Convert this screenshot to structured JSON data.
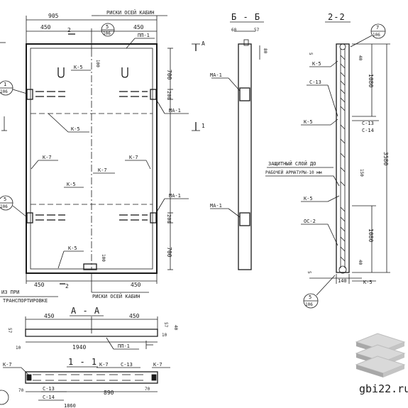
{
  "plan": {
    "dim_total": "905",
    "dim_left_top": "450",
    "dim_right_top": "450",
    "section_mark_2": "2",
    "section_mark_A": "А",
    "section_mark_1": "1",
    "cabin_axes_label": "РИСКИ ОСЕЙ КАБИН",
    "node_5": "5",
    "node_106": "106",
    "part_pp1": "ПП-1",
    "part_k5": "К-5",
    "part_k7": "К-7",
    "part_ma1": "МА-1",
    "dim_700": "700",
    "dim_200": "200",
    "dim_100": "100",
    "dim_450": "450",
    "balloon_1": "1",
    "balloon_5": "5",
    "lifting_note_1": "ИЗ ПРИ",
    "lifting_note_2": "ТРАНСПОРТИРОВКЕ"
  },
  "section_bb": {
    "title": "Б - Б",
    "dim_60": "60",
    "dim_57": "57",
    "dim_80": "80",
    "part_ma1": "МА-1"
  },
  "section_22": {
    "title": "2-2",
    "balloon_7": "7",
    "balloon_106": "106",
    "balloon_5": "5",
    "part_k5": "К-5",
    "part_c13": "С-13",
    "part_c14": "С-14",
    "part_os2": "ОС-2",
    "cover_note_1": "ЗАЩИТНЫЙ СЛОЙ ДО",
    "cover_note_2": "РАБОЧЕЙ АРМАТУРЫ-10 мм",
    "mark_150": "150",
    "dim_5": "5",
    "dim_40": "40",
    "dim_1080": "1080",
    "dim_3580": "3580",
    "dim_140": "140"
  },
  "section_aa": {
    "title": "А - А",
    "dim_450_l": "450",
    "dim_450_r": "450",
    "dim_1940": "1940",
    "dim_57": "57",
    "dim_10": "10",
    "dim_40": "40",
    "part_pp1": "ПП-1"
  },
  "section_11": {
    "title": "1 - 1",
    "part_k7": "К-7",
    "part_c13": "С-13",
    "part_c14": "С-14",
    "dim_70": "70",
    "dim_890": "890",
    "dim_1860": "1860"
  },
  "watermark": {
    "site": "gbi22.ru"
  }
}
